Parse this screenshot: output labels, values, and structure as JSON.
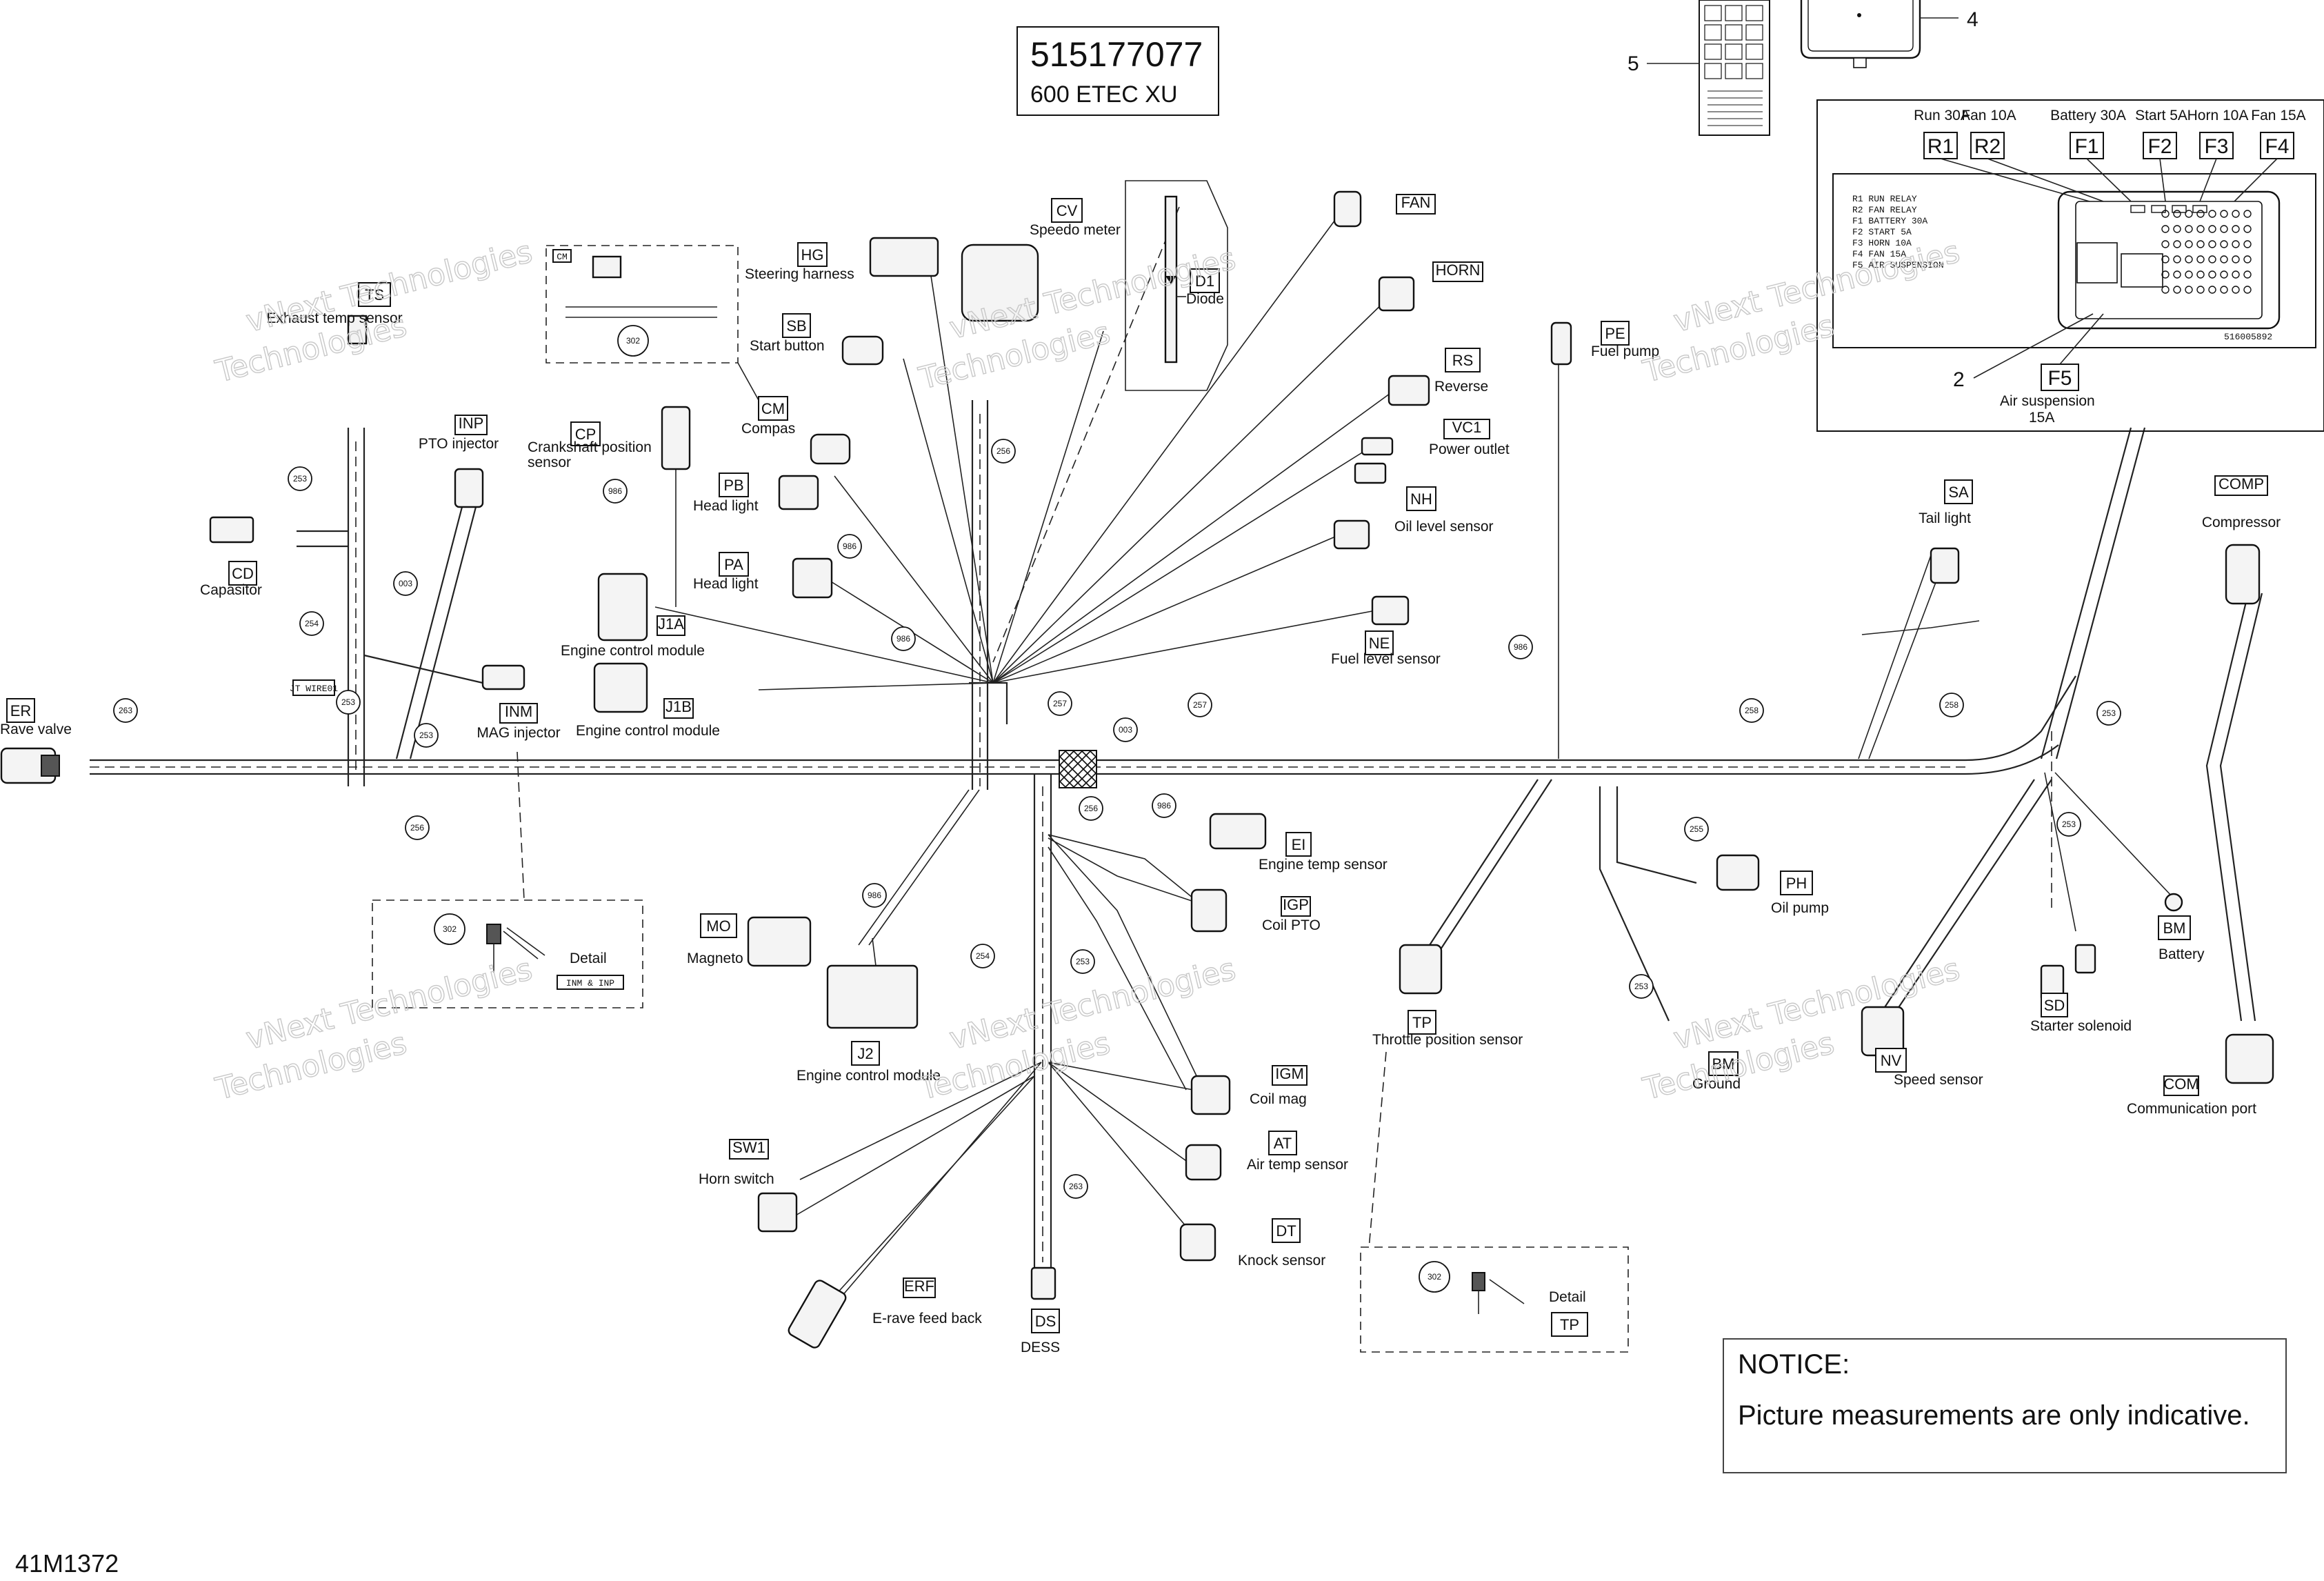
{
  "header": {
    "part_number": "515177077",
    "model": "600 ETEC XU"
  },
  "figure_ref": "41M1372",
  "notice": {
    "title": "NOTICE:",
    "text": "Picture measurements are only indicative."
  },
  "watermark": {
    "line1": "vNext Technologies",
    "line2": "Technologies"
  },
  "callouts": {
    "fuse_box_cover": "5",
    "ecu_cover": "4",
    "fuse_block": "2"
  },
  "fuse_panel": {
    "slots": [
      {
        "code": "R1",
        "rating": "Run 30A"
      },
      {
        "code": "R2",
        "rating": "Fan 10A"
      },
      {
        "code": "F1",
        "rating": "Battery 30A"
      },
      {
        "code": "F2",
        "rating": "Start 5A"
      },
      {
        "code": "F3",
        "rating": "Horn 10A"
      },
      {
        "code": "F4",
        "rating": "Fan 15A"
      }
    ],
    "f5": {
      "code": "F5",
      "line1": "Air suspension",
      "line2": "15A"
    },
    "legend": [
      "R1 RUN RELAY",
      "R2 FAN RELAY",
      "F1 BATTERY 30A",
      "F2 START 5A",
      "F3 HORN 10A",
      "F4 FAN 15A",
      "F5 AIR SUSPENSION"
    ],
    "part_no": "516005892"
  },
  "connectors": [
    {
      "code": "ER",
      "label": "Rave valve"
    },
    {
      "code": "TS",
      "label": "Exhaust temp sensor"
    },
    {
      "code": "INP",
      "label": "PTO injector"
    },
    {
      "code": "CD",
      "label": "Capasitor"
    },
    {
      "code": "INM",
      "label": "MAG injector"
    },
    {
      "code": "CP",
      "label": "Crankshaft position sensor"
    },
    {
      "code": "J1A",
      "label": "Engine control module"
    },
    {
      "code": "J1B",
      "label": "Engine control module"
    },
    {
      "code": "HG",
      "label": "Steering harness"
    },
    {
      "code": "SB",
      "label": "Start button"
    },
    {
      "code": "CM",
      "label": "Compas"
    },
    {
      "code": "PB",
      "label": "Head light"
    },
    {
      "code": "PA",
      "label": "Head light"
    },
    {
      "code": "CV",
      "label": "Speedo meter"
    },
    {
      "code": "D1",
      "label": "Diode"
    },
    {
      "code": "FAN",
      "label": ""
    },
    {
      "code": "HORN",
      "label": ""
    },
    {
      "code": "RS",
      "label": "Reverse"
    },
    {
      "code": "VC1",
      "label": "Power outlet"
    },
    {
      "code": "NH",
      "label": "Oil level sensor"
    },
    {
      "code": "NE",
      "label": "Fuel level sensor"
    },
    {
      "code": "PE",
      "label": "Fuel pump"
    },
    {
      "code": "SA",
      "label": "Tail light"
    },
    {
      "code": "COMP",
      "label": "Compressor"
    },
    {
      "code": "EI",
      "label": "Engine temp sensor"
    },
    {
      "code": "IGP",
      "label": "Coil PTO"
    },
    {
      "code": "MO",
      "label": "Magneto"
    },
    {
      "code": "J2",
      "label": "Engine control module"
    },
    {
      "code": "IGM",
      "label": "Coil mag"
    },
    {
      "code": "AT",
      "label": "Air temp sensor"
    },
    {
      "code": "DT",
      "label": "Knock sensor"
    },
    {
      "code": "SW1",
      "label": "Horn switch"
    },
    {
      "code": "ERF",
      "label": "E-rave feed back"
    },
    {
      "code": "DS",
      "label": "DESS"
    },
    {
      "code": "TP",
      "label": "Throttle position sensor"
    },
    {
      "code": "PH",
      "label": "Oil pump"
    },
    {
      "code": "BM",
      "label": "Battery"
    },
    {
      "code": "BM",
      "label": "Ground"
    },
    {
      "code": "SD",
      "label": "Starter solenoid"
    },
    {
      "code": "NV",
      "label": "Speed sensor"
    },
    {
      "code": "COM",
      "label": "Communication port"
    }
  ],
  "details": [
    {
      "label": "Detail",
      "badge": "302",
      "tag": "INM & INP"
    },
    {
      "label": "Detail",
      "badge": "302",
      "tag": "TP"
    },
    {
      "label": "",
      "badge": "302",
      "tag": "CM"
    }
  ],
  "sleeve_badges": [
    "253",
    "253",
    "254",
    "003",
    "253",
    "256",
    "263",
    "986",
    "986",
    "986",
    "256",
    "257",
    "257",
    "003",
    "256",
    "986",
    "986",
    "254",
    "253",
    "253",
    "263",
    "986",
    "258",
    "258",
    "253",
    "255",
    "253"
  ],
  "misc_tags": {
    "harness_tag": "JT WIRE01"
  }
}
